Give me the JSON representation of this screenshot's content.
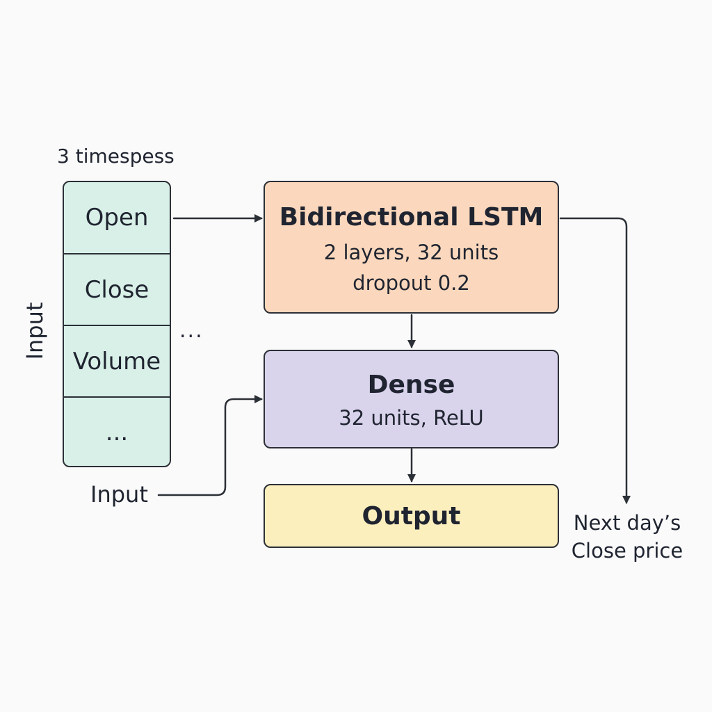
{
  "timesteps_label": "3 timespess",
  "input_axis_label": "Input",
  "input_features": [
    "Open",
    "Close",
    "Volume",
    "..."
  ],
  "side_ellipsis": "...",
  "lstm_block": {
    "title": "Bidirectional LSTM",
    "line1": "2 layers, 32 units",
    "line2": "dropout 0.2"
  },
  "dense_block": {
    "title": "Dense",
    "line1": "32 units, ReLU"
  },
  "output_block": {
    "title": "Output"
  },
  "side_input_label": "Input",
  "next_label": {
    "line1": "Next day’s",
    "line2": "Close price"
  },
  "colors": {
    "input_stack": "#d9f0e8",
    "lstm": "#fbd8bd",
    "dense": "#d9d3ec",
    "output": "#fcefbe",
    "line": "#2b2f36"
  }
}
